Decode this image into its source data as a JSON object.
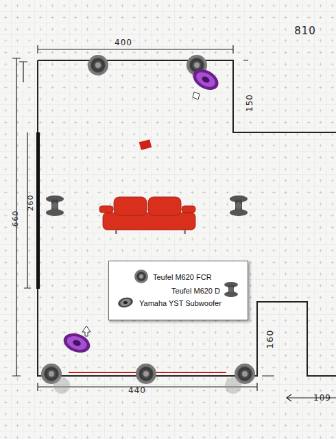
{
  "diagram": {
    "labels": [
      "810",
      "400",
      "150",
      "260",
      "660",
      "160",
      "440",
      "109"
    ],
    "legend": [
      {
        "text": "Teufel M620 FCR"
      },
      {
        "text": "Teufel M620 D"
      },
      {
        "text": "Yamaha YST Subwoofer"
      }
    ]
  }
}
